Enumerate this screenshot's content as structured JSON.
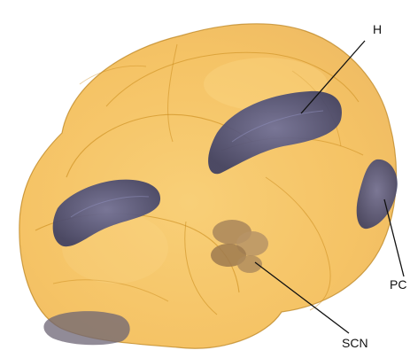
{
  "labels": {
    "h": "H",
    "pc": "PC",
    "scn": "SCN"
  },
  "colors": {
    "brain_fill": "#f4b540",
    "brain_edge": "#b9801a",
    "structure_dark": "#4e4f78",
    "scn_fill": "#a9865a",
    "background": "#ffffff"
  }
}
